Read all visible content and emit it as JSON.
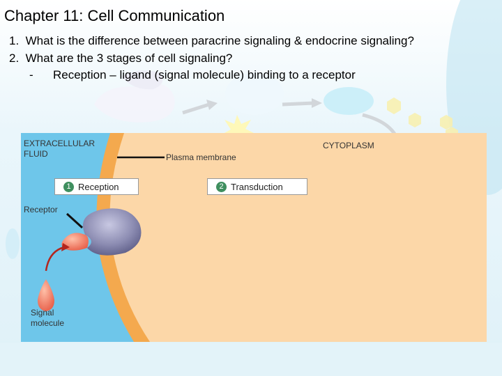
{
  "slide": {
    "title": "Chapter 11:  Cell Communication",
    "questions": [
      {
        "num": "1.",
        "text": "What is the difference between paracrine signaling & endocrine signaling?"
      },
      {
        "num": "2.",
        "text": "What are the 3 stages of cell signaling?"
      }
    ],
    "sub_bullet": {
      "marker": "-",
      "text": "Reception – ligand (signal molecule) binding to a receptor"
    }
  },
  "figure": {
    "extracellular_line1": "EXTRACELLULAR",
    "extracellular_line2": "FLUID",
    "cytoplasm": "CYTOPLASM",
    "plasma_membrane": "Plasma membrane",
    "steps": [
      {
        "num": "1",
        "label": "Reception"
      },
      {
        "num": "2",
        "label": "Transduction"
      }
    ],
    "receptor": "Receptor",
    "signal_line1": "Signal",
    "signal_line2": "molecule",
    "colors": {
      "extracellular": "#6ec6ea",
      "membrane": "#f4a94e",
      "cytoplasm": "#fcd7a8",
      "receptor": "#8c8cb2",
      "signal": "#f07a60",
      "step_number": "#3f8f5f"
    }
  }
}
